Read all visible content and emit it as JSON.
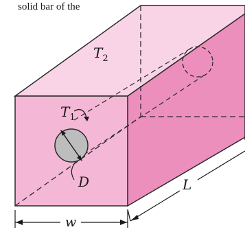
{
  "caption_fragment": "solid bar of the",
  "labels": {
    "t2": "T",
    "t2_sub": "2",
    "t1": "T",
    "t1_sub": "1",
    "d": "D",
    "l": "L",
    "w": "w"
  },
  "colors": {
    "front_face": "#f4b8d6",
    "top_face": "#f9d4e6",
    "side_face": "#ec8fbd",
    "edge": "#2a2a2a",
    "pipe_fill": "#bdbdbd"
  }
}
